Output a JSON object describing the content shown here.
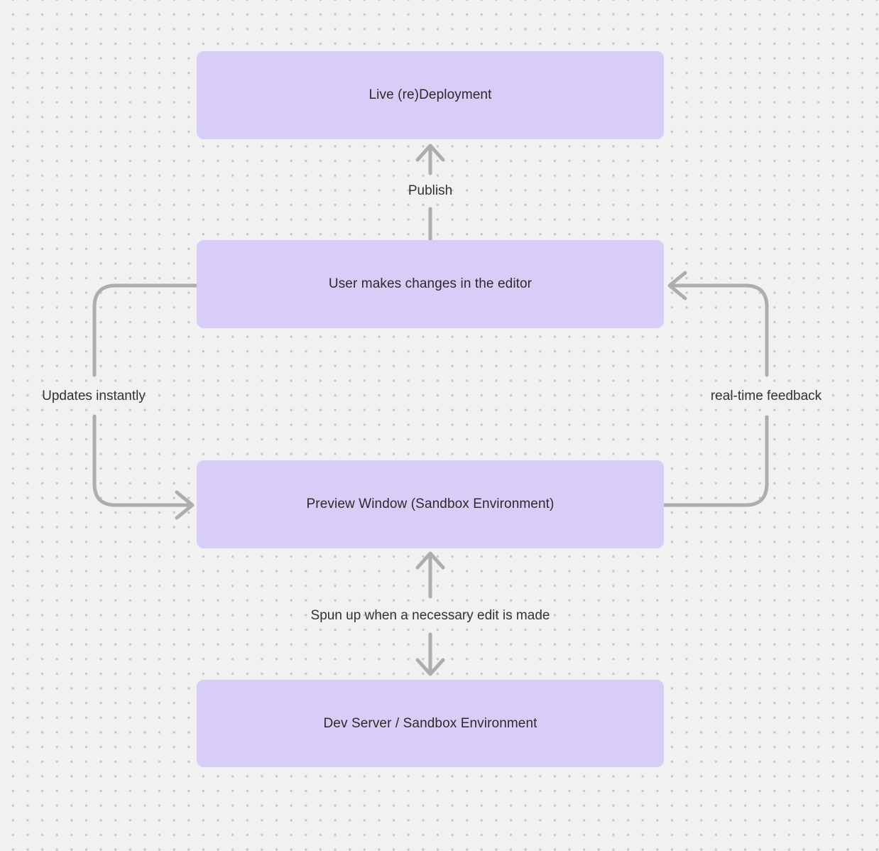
{
  "canvas": {
    "background": "#f2f1f1",
    "dot_color": "#c8c6c6",
    "node_fill": "#d7cdf7",
    "node_text_color": "#2b2b2b",
    "arrow_color": "#adadad",
    "label_text_color": "#333333"
  },
  "nodes": [
    {
      "id": "live-redeployment",
      "label": "Live (re)Deployment"
    },
    {
      "id": "user-changes",
      "label": "User makes changes in the editor"
    },
    {
      "id": "preview-window",
      "label": "Preview Window (Sandbox Environment)"
    },
    {
      "id": "dev-server",
      "label": "Dev Server / Sandbox Environment"
    }
  ],
  "edges": [
    {
      "id": "publish",
      "label": "Publish",
      "from": "user-changes",
      "to": "live-redeployment",
      "direction": "up"
    },
    {
      "id": "updates-instantly",
      "label": "Updates instantly",
      "from": "user-changes",
      "to": "preview-window",
      "direction": "left-loop"
    },
    {
      "id": "real-time-feedback",
      "label": "real-time feedback",
      "from": "preview-window",
      "to": "user-changes",
      "direction": "right-loop"
    },
    {
      "id": "spun-up",
      "label": "Spun up when a necessary edit is made",
      "from": "preview-window",
      "to": "dev-server",
      "bidirectional": true
    }
  ]
}
